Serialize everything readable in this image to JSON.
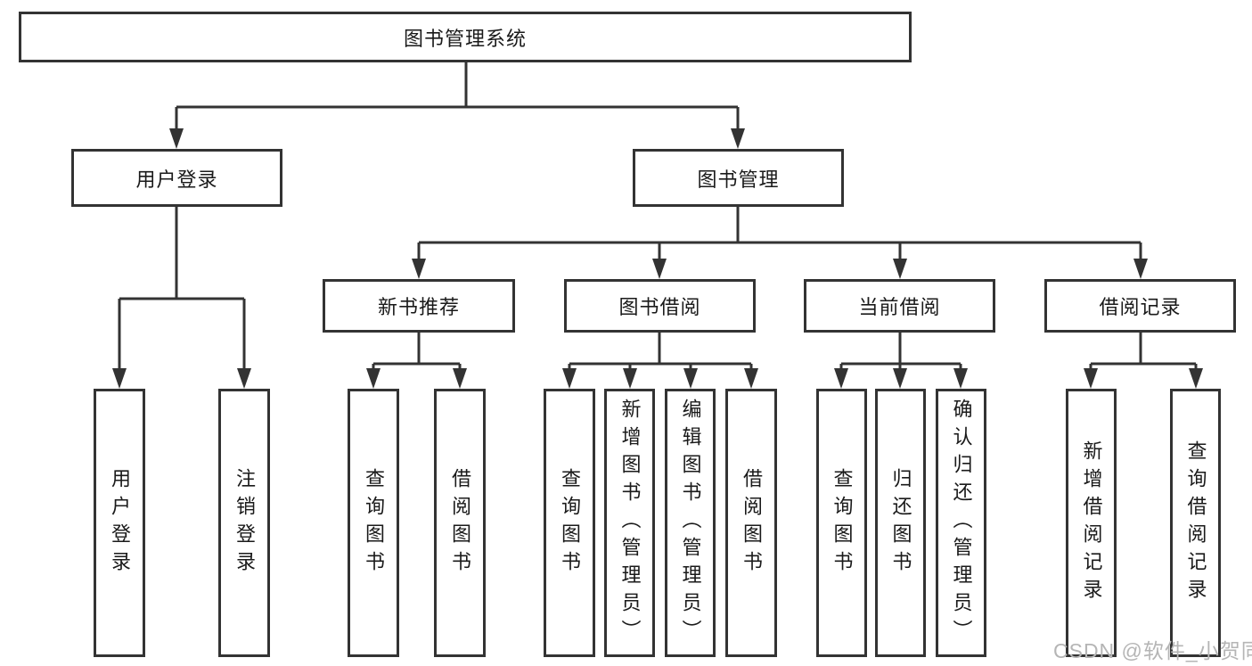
{
  "diagram": {
    "root": "图书管理系统",
    "branches": [
      {
        "label": "用户登录",
        "children": [
          "用户登录",
          "注销登录"
        ]
      },
      {
        "label": "图书管理",
        "children": [
          {
            "label": "新书推荐",
            "children": [
              "查询图书",
              "借阅图书"
            ]
          },
          {
            "label": "图书借阅",
            "children": [
              "查询图书",
              "新增图书（管理员）",
              "编辑图书（管理员）",
              "借阅图书"
            ]
          },
          {
            "label": "当前借阅",
            "children": [
              "查询图书",
              "归还图书",
              "确认归还（管理员）"
            ]
          },
          {
            "label": "借阅记录",
            "children": [
              "新增借阅记录",
              "查询借阅记录"
            ]
          }
        ]
      }
    ],
    "watermark": "CSDN @软件_小贺同学"
  },
  "colors": {
    "line": "#333333",
    "text": "#1a1a1a",
    "watermark": "#b5b5b5",
    "background": "#ffffff"
  }
}
